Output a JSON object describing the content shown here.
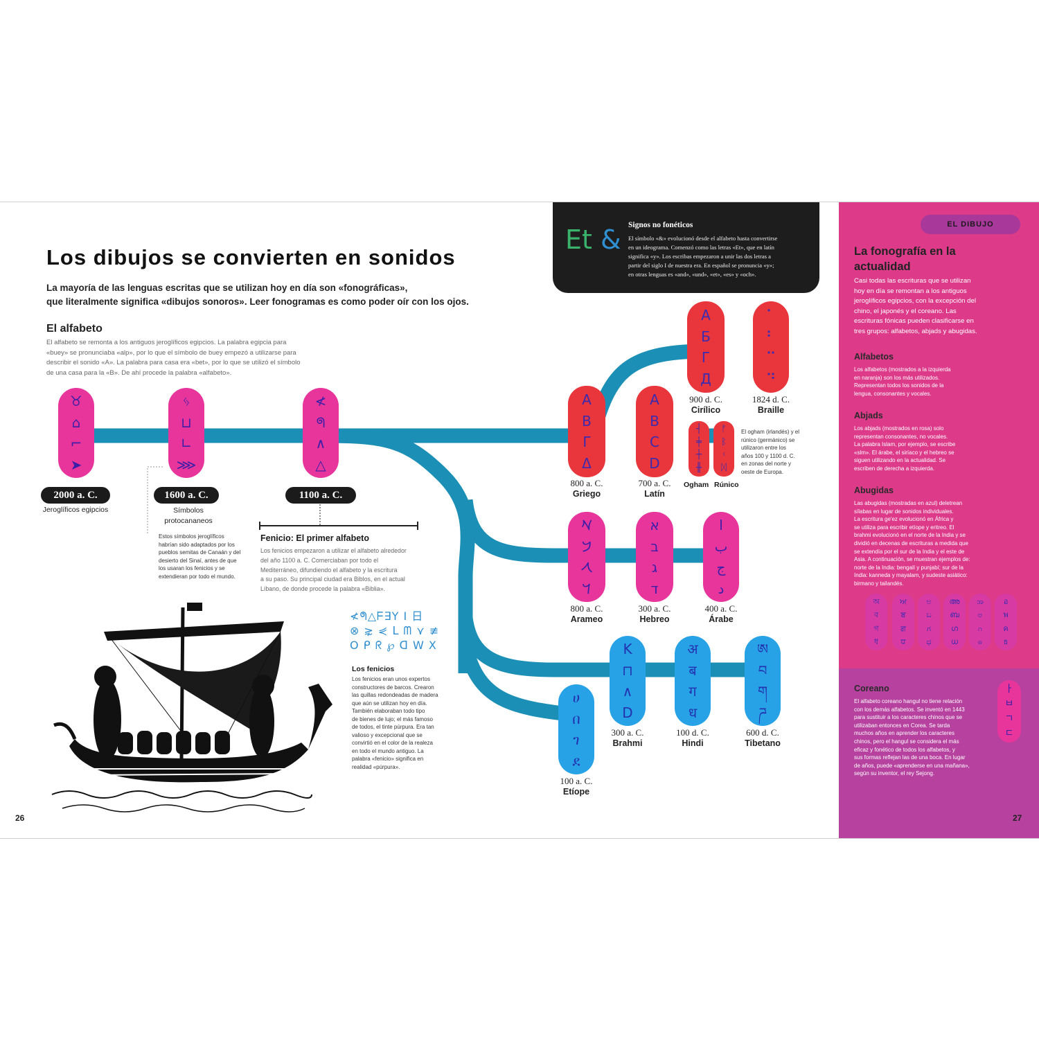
{
  "title": "Los dibujos se convierten en sonidos",
  "intro": [
    "La mayoría de las lenguas escritas que se utilizan hoy en día son «fonográficas»,",
    "que literalmente significa «dibujos sonoros». Leer fonogramas es como poder oír con los ojos."
  ],
  "alfabeto": {
    "heading": "El alfabeto",
    "text": [
      "El alfabeto se remonta a los antiguos jeroglíficos egipcios. La palabra egipcia para",
      "«buey» se pronunciaba «alp», por lo que el símbolo de buey empezó a utilizarse para",
      "describir el sonido «A». La palabra para casa era «bet», por lo que se utilizó el símbolo",
      "de una casa para la «B». De ahí procede la palabra «alfabeto»."
    ]
  },
  "nonphonetic": {
    "symbol_a": "Et",
    "symbol_b": "&",
    "title": "Signos no fonéticos",
    "text": [
      "El símbolo «&» evolucionó desde el alfabeto hasta convertirse",
      "en un ideograma. Comenzó como las letras «Et», que en latín",
      "significa «y». Los escribas empezaron a unir las dos letras a",
      "partir del siglo I de nuestra era. En español se pronuncia «y»;",
      "en otras lenguas es «and», «und», «et», «es» y «och»."
    ]
  },
  "timeline": [
    {
      "date": "2000 a. C.",
      "label": [
        "Jeroglíficos egipcios"
      ],
      "glyphs": [
        "♉",
        "⌂",
        "⌐",
        "➤"
      ]
    },
    {
      "date": "1600 a. C.",
      "label": [
        "Símbolos",
        "protocananeos"
      ],
      "glyphs": [
        "ᛃ",
        "⊔",
        "∟",
        "⋙"
      ]
    },
    {
      "date": "1100 a. C.",
      "label": [],
      "glyphs": [
        "≮",
        "ᖗ",
        "∧",
        "△"
      ]
    }
  ],
  "protocananeos_note": [
    "Estos símbolos jeroglíficos",
    "habrían sido adaptados por los",
    "pueblos semitas de Canaán y del",
    "desierto del Sinaí, antes de que",
    "los usaran los fenicios y se",
    "extendieran por todo el mundo."
  ],
  "fenicio": {
    "heading": "Fenicio: El primer alfabeto",
    "text": [
      "Los fenicios empezaron a utilizar el alfabeto alrededor",
      "del año 1100 a. C. Comerciaban por todo el",
      "Mediterráneo, difundiendo el alfabeto y la escritura",
      "a su paso. Su principal ciudad era Biblos, en el actual",
      "Líbano, de donde procede la palabra «Biblia»."
    ]
  },
  "phoenician_script": [
    "≮ᖗ△ᖴ∃Y I 日",
    "⊗ ⋧ ⋞ ᒪ ᗰ ⋎ ≢",
    "O ᑭ ᖇ ℘ ᗡ W X"
  ],
  "fenicios": {
    "heading": "Los fenicios",
    "text": [
      "Los fenicios eran unos expertos",
      "constructores de barcos. Crearon",
      "las quillas redondeadas de madera",
      "que aún se utilizan hoy en día.",
      "También elaboraban todo tipo",
      "de bienes de lujo; el más famoso",
      "de todos, el tinte púrpura. Era tan",
      "valioso y excepcional que se",
      "convirtió en el color de la realeza",
      "en todo el mundo antiguo. La",
      "palabra «fenicio» significa en",
      "realidad «púrpura»."
    ]
  },
  "scripts": {
    "griego": {
      "date": "800 a. C.",
      "label": "Griego",
      "glyphs": [
        "Α",
        "Β",
        "Γ",
        "Δ"
      ]
    },
    "latin": {
      "date": "700 a. C.",
      "label": "Latín",
      "glyphs": [
        "A",
        "B",
        "C",
        "D"
      ]
    },
    "cirilico": {
      "date": "900 d. C.",
      "label": "Cirílico",
      "glyphs": [
        "А",
        "Б",
        "Г",
        "Д"
      ]
    },
    "braille": {
      "date": "1824 d. C.",
      "label": "Braille",
      "glyphs": [
        "⠁",
        "⠃",
        "⠉",
        "⠙"
      ]
    },
    "ogham": {
      "label": "Ogham",
      "glyphs": [
        "┤",
        "╪",
        "┼",
        "╫"
      ]
    },
    "runico": {
      "label": "Rúnico",
      "glyphs": [
        "ᚠ",
        "ᛒ",
        "ᚲ",
        "ᛞ"
      ]
    },
    "ogham_note": [
      "El ogham (irlandés) y el",
      "rúnico (germánico) se",
      "utilizaron entre los",
      "años 100 y 1100 d. C.",
      "en zonas del norte y",
      "oeste de Europa."
    ],
    "arameo": {
      "date": "800 a. C.",
      "label": "Arameo",
      "glyphs": [
        "𐡀",
        "𐡁",
        "𐡂",
        "𐡃"
      ]
    },
    "hebreo": {
      "date": "300 a. C.",
      "label": "Hebreo",
      "glyphs": [
        "א",
        "ב",
        "ג",
        "ד"
      ]
    },
    "arabe": {
      "date": "400 a. C.",
      "label": "Árabe",
      "glyphs": [
        "ا",
        "ب",
        "ج",
        "د"
      ]
    },
    "brahmi": {
      "date": "300 a. C.",
      "label": "Brahmi",
      "glyphs": [
        "K",
        "⊓",
        "∧",
        "D"
      ]
    },
    "hindi": {
      "date": "100 d. C.",
      "label": "Hindi",
      "glyphs": [
        "अ",
        "ब",
        "ग",
        "ध"
      ]
    },
    "tibetano": {
      "date": "600 d. C.",
      "label": "Tibetano",
      "glyphs": [
        "ཨ",
        "བ",
        "ག",
        "ཌ"
      ]
    },
    "etiope": {
      "date": "100 a. C.",
      "label": "Etíope",
      "glyphs": [
        "ሀ",
        "በ",
        "ገ",
        "ደ"
      ]
    }
  },
  "right": {
    "badge": "EL DIBUJO",
    "title": [
      "La fonografía en la",
      "actualidad"
    ],
    "text": [
      "Casi todas las escrituras que se utilizan",
      "hoy en día se remontan a los antiguos",
      "jeroglíficos egipcios, con la excepción del",
      "chino, el japonés y el coreano. Las",
      "escrituras fónicas pueden clasificarse en",
      "tres grupos: alfabetos, abjads y abugidas."
    ],
    "alfabetos_heading": "Alfabetos",
    "alfabetos_text": [
      "Los alfabetos (mostrados a la izquierda",
      "en naranja) son los más utilizados.",
      "Representan todos los sonidos de la",
      "lengua, consonantes y vocales."
    ],
    "abjads_heading": "Abjads",
    "abjads_text": [
      "Los abjads (mostrados en rosa) solo",
      "representan consonantes, no vocales.",
      "La palabra Islam, por ejemplo, se escribe",
      "«slm». El árabe, el siríaco y el hebreo se",
      "siguen utilizando en la actualidad. Se",
      "escriben de derecha a izquierda."
    ],
    "abugidas_heading": "Abugidas",
    "abugidas_text": [
      "Las abugidas (mostradas en azul) deletrean",
      "sílabas en lugar de sonidos individuales.",
      "La escritura ge'ez evolucionó en África y",
      "se utiliza para escribir etíope y eritreo. El",
      "brahmi evolucionó en el norte de la India y se",
      "dividió en decenas de escrituras a medida que",
      "se extendía por el sur de la India y el este de",
      "Asia. A continuación, se muestran ejemplos de:",
      "norte de la India: bengalí y punjabí; sur de la",
      "India: kanneda y mayalam, y sudeste asiático:",
      "birmano y tailandés."
    ],
    "abugida_samples": [
      [
        "অ",
        "ব",
        "গ",
        "ধ"
      ],
      [
        "ਅ",
        "ਬ",
        "ਗ",
        "ਧ"
      ],
      [
        "ಅ",
        "ಬ",
        "ಗ",
        "ಧ"
      ],
      [
        "അ",
        "ബ",
        "ഗ",
        "ധ"
      ],
      [
        "အ",
        "ဗ",
        "ဂ",
        "ဓ"
      ],
      [
        "อ",
        "พ",
        "ค",
        "ธ"
      ]
    ],
    "coreano_heading": "Coreano",
    "coreano_text": [
      "El alfabeto coreano hangul no tiene relación",
      "con los demás alfabetos. Se inventó en 1443",
      "para sustituir a los caracteres chinos que se",
      "utilizaban entonces en Corea. Se tarda",
      "muchos años en aprender los caracteres",
      "chinos, pero el hangul se considera el más",
      "eficaz y fonético de todos los alfabetos, y",
      "sus formas reflejan las de una boca. En lugar",
      "de años, puede «aprenderse en una mañana»,",
      "según su inventor, el rey Sejong."
    ],
    "hangul": [
      "ㅏ",
      "ㅂ",
      "ㄱ",
      "ㄷ"
    ]
  },
  "page_left": "26",
  "page_right": "27",
  "colors": {
    "alphabet": "#e9363c",
    "abjad": "#e8359b",
    "abugida": "#27a2e6",
    "route": "#1b8fb5",
    "panel": "#dd3a8a"
  }
}
